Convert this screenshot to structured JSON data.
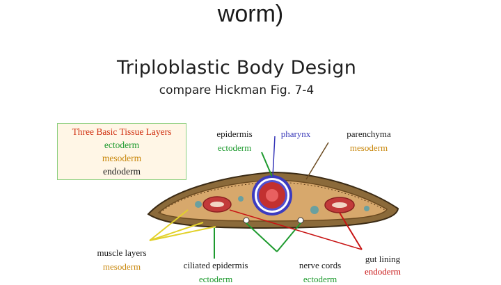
{
  "slide": {
    "title": "worm)"
  },
  "figure": {
    "title": "Triploblastic Body Design",
    "subtitle": "compare Hickman Fig. 7-4",
    "legend": {
      "heading": "Three Basic Tissue Layers",
      "items": [
        "ectoderm",
        "mesoderm",
        "endoderm"
      ]
    },
    "labels": {
      "epidermis": "epidermis",
      "epidermis_layer": "ectoderm",
      "pharynx": "pharynx",
      "parenchyma": "parenchyma",
      "parenchyma_layer": "mesoderm",
      "muscle": "muscle layers",
      "muscle_layer": "mesoderm",
      "ciliated": "ciliated epidermis",
      "ciliated_layer": "ectoderm",
      "nerve": "nerve cords",
      "nerve_layer": "ectoderm",
      "gut": "gut lining",
      "gut_layer": "endoderm"
    },
    "colors": {
      "ectoderm": "#1d9a2e",
      "mesoderm": "#c8860a",
      "endoderm": "#c81414",
      "pharynx": "#3737b8",
      "heading": "#d03010"
    }
  }
}
